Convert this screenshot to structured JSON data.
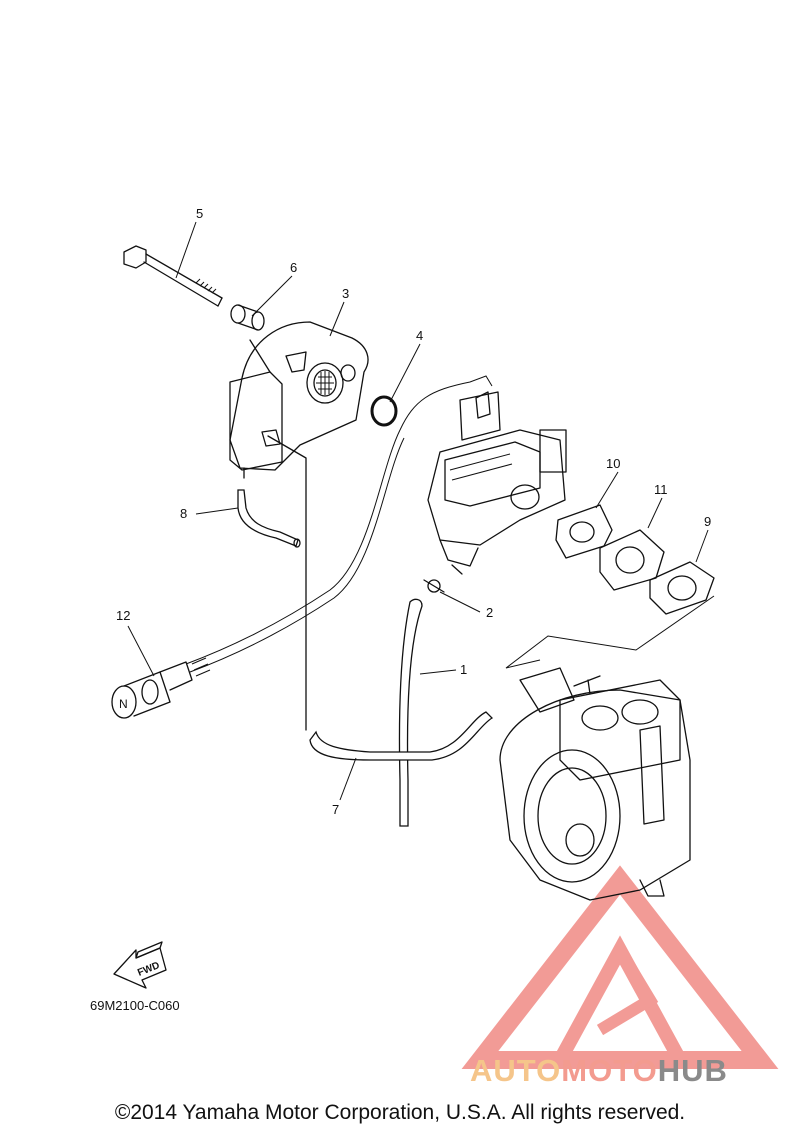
{
  "callouts": [
    "1",
    "2",
    "3",
    "4",
    "5",
    "6",
    "7",
    "8",
    "9",
    "10",
    "11",
    "12"
  ],
  "fwd_label": "FWD",
  "diagram_code": "69M2100-C060",
  "copyright": "©2014 Yamaha Motor Corporation, U.S.A. All rights reserved.",
  "watermark": {
    "part1": "AUTO",
    "part2": "MOTO",
    "part3": "HUB"
  },
  "colors": {
    "line": "#111111",
    "watermark_red": "#f08a84",
    "watermark_orange": "#f5c58a",
    "watermark_gray": "#8a8a8a"
  }
}
